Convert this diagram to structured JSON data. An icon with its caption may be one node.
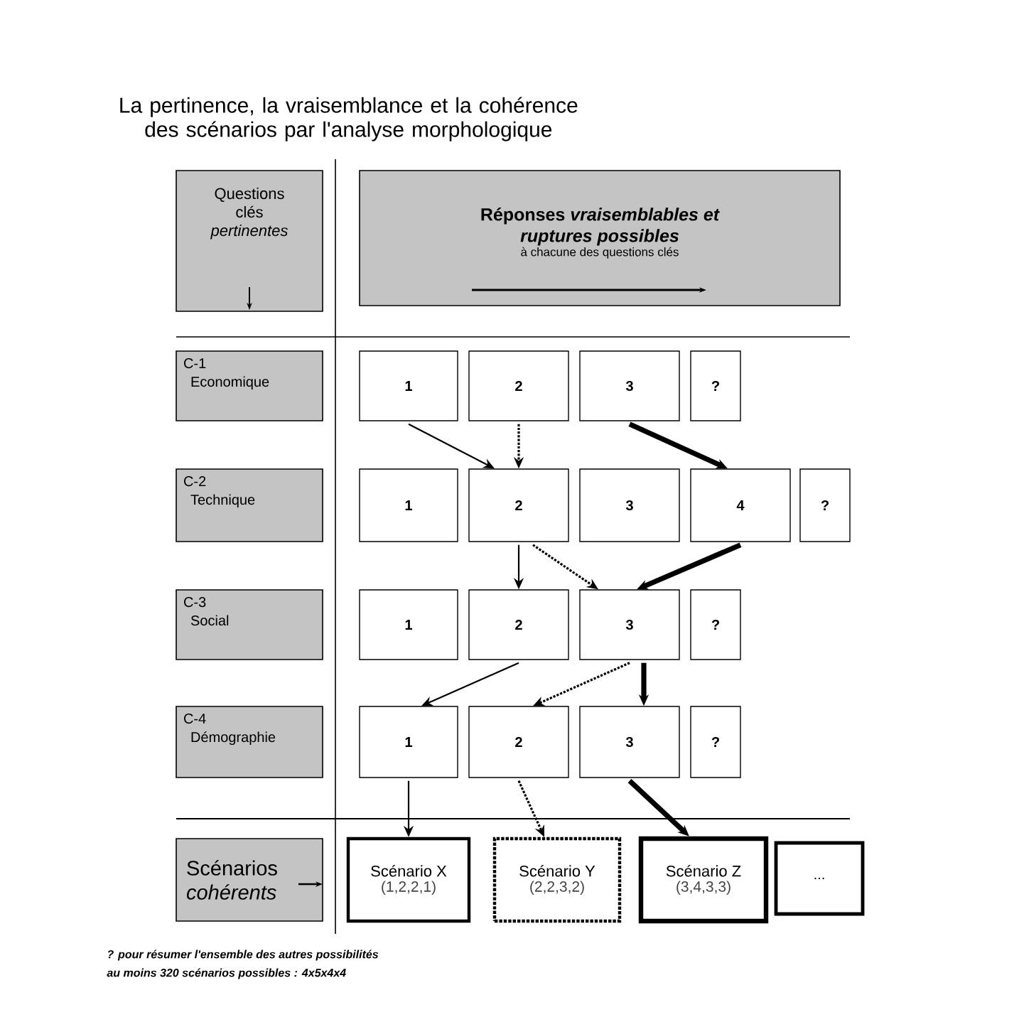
{
  "diagram": {
    "title": "La pertinence, la vraisemblance et la cohérence des scénarios par l'analyse morphologique",
    "nodes": [
      {
        "text": [
          "Questions clés *pertinentes*"
        ]
      },
      {
        "text": [
          "Réponses *vraisemblables et ruptures possibles*",
          "à chacune des questions clés"
        ]
      },
      {
        "text": [
          "C-1",
          "Economique"
        ]
      },
      {
        "text": [
          "1"
        ]
      },
      {
        "text": [
          "2"
        ]
      },
      {
        "text": [
          "3"
        ]
      },
      {
        "text": [
          "?"
        ]
      },
      {
        "text": [
          "C-2",
          "Technique"
        ]
      },
      {
        "text": [
          "1"
        ]
      },
      {
        "text": [
          "2"
        ]
      },
      {
        "text": [
          "3"
        ]
      },
      {
        "text": [
          "4"
        ]
      },
      {
        "text": [
          "?"
        ]
      },
      {
        "text": [
          "C-3",
          "Social"
        ]
      },
      {
        "text": [
          "1"
        ]
      },
      {
        "text": [
          "2"
        ]
      },
      {
        "text": [
          "3"
        ]
      },
      {
        "text": [
          "?"
        ]
      },
      {
        "text": [
          "C-4",
          "Démographie"
        ]
      },
      {
        "text": [
          "1"
        ]
      },
      {
        "text": [
          "2"
        ]
      },
      {
        "text": [
          "3"
        ]
      },
      {
        "text": [
          "?"
        ]
      },
      {
        "text": [
          "Scénarios *cohérents*"
        ]
      },
      {
        "text": [
          "Scénario X",
          "(1,2,2,1)"
        ]
      },
      {
        "text": [
          "Scénario Y",
          "(2,2,3,2)"
        ]
      },
      {
        "text": [
          "Scénario Z",
          "(3,4,3,3)"
        ]
      },
      {
        "text": [
          "..."
        ]
      }
    ],
    "edges": [
      {
        "from": 3,
        "to": 9,
        "arrow": "to"
      },
      {
        "from": 4,
        "to": 9,
        "arrow": "to",
        "style": "dashed"
      },
      {
        "from": 5,
        "to": 11,
        "arrow": "to",
        "style": "thick"
      },
      {
        "from": 9,
        "to": 15,
        "arrow": "to"
      },
      {
        "from": 9,
        "to": 16,
        "arrow": "to",
        "style": "dashed"
      },
      {
        "from": 11,
        "to": 16,
        "arrow": "to",
        "style": "thick"
      },
      {
        "from": 15,
        "to": 19,
        "arrow": "to"
      },
      {
        "from": 16,
        "to": 20,
        "arrow": "to",
        "style": "dashed"
      },
      {
        "from": 16,
        "to": 21,
        "arrow": "to",
        "style": "thick"
      },
      {
        "from": 19,
        "to": 24,
        "arrow": "to"
      },
      {
        "from": 20,
        "to": 25,
        "arrow": "to",
        "style": "dashed"
      },
      {
        "from": 21,
        "to": 26,
        "arrow": "to",
        "style": "thick"
      }
    ],
    "labels": [
      "? pour résumer l'ensemble des autres possibilités",
      "au moins 320 scénarios possibles : 4x5x4x4"
    ]
  }
}
